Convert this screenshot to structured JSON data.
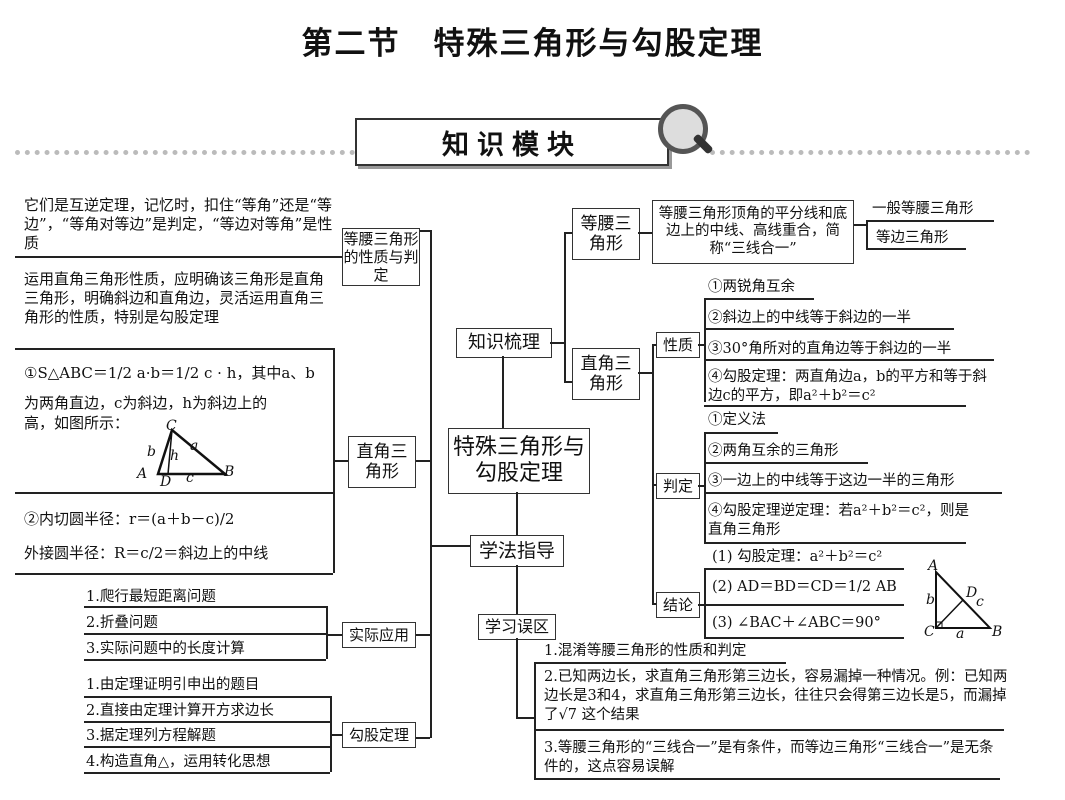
{
  "title": "第二节　特殊三角形与勾股定理",
  "banner": "知识模块",
  "center": "特殊三角形与勾股定理",
  "mid": {
    "knowledge": "知识梳理",
    "method": "学法指导",
    "mistakes": "学习误区"
  },
  "left": {
    "iso_node": "等腰三角形的性质与判定",
    "iso_note": "它们是互逆定理，记忆时，扣住“等角”还是“等边”，“等角对等边”是判定，“等边对等角”是性质",
    "right_node": "直角三角形",
    "right_note": "运用直角三角形性质，应明确该三角形是直角三角形，明确斜边和直角边，灵活运用直角三角形的性质，特别是勾股定理",
    "area_line1": "①S△ABC＝1/2 a·b＝1/2 c · h，其中a、b",
    "area_line2": "为两角直边，c为斜边，h为斜边上的",
    "area_line3": "高，如图所示：",
    "inr": "②内切圆半径：r＝(a＋b－c)/2",
    "outr": "外接圆半径：R＝c/2＝斜边上的中线",
    "app_node": "实际应用",
    "app_items": [
      "1.爬行最短距离问题",
      "2.折叠问题",
      "3.实际问题中的长度计算"
    ],
    "pyth_node": "勾股定理",
    "pyth_items": [
      "1.由定理证明引申出的题目",
      "2.直接由定理计算开方求边长",
      "3.据定理列方程解题",
      "4.构造直角△，运用转化思想"
    ]
  },
  "right": {
    "iso_node": "等腰三角形",
    "iso_desc": "等腰三角形顶角的平分线和底边上的中线、高线重合，简称“三线合一”",
    "iso_kinds": [
      "一般等腰三角形",
      "等边三角形"
    ],
    "rt_node": "直角三角形",
    "prop_node": "性质",
    "props": [
      "①两锐角互余",
      "②斜边上的中线等于斜边的一半",
      "③30°角所对的直角边等于斜边的一半",
      "④勾股定理：两直角边a，b的平方和等于斜边c的平方，即a²＋b²＝c²"
    ],
    "judge_node": "判定",
    "judges": [
      "①定义法",
      "②两角互余的三角形",
      "③一边上的中线等于这边一半的三角形",
      "④勾股定理逆定理：若a²＋b²＝c²，则是直角三角形"
    ],
    "concl_node": "结论",
    "concls": [
      "(1) 勾股定理：a²＋b²＝c²",
      "(2) AD＝BD＝CD＝1/2 AB",
      "(3) ∠BAC＋∠ABC＝90°"
    ]
  },
  "mistakes": [
    "1.混淆等腰三角形的性质和判定",
    "2.已知两边长，求直角三角形第三边长，容易漏掉一种情况。例：已知两边长是3和4，求直角三角形第三边长，往往只会得第三边长是5，而漏掉了√7 这个结果",
    "3.等腰三角形的“三线合一”是有条件，而等边三角形“三线合一”是无条件的，这点容易误解"
  ],
  "fig1": {
    "labels": [
      "C",
      "a",
      "b",
      "h",
      "A",
      "D",
      "c",
      "B"
    ]
  },
  "fig2": {
    "labels": [
      "A",
      "D",
      "c",
      "b",
      "C",
      "a",
      "B"
    ]
  }
}
